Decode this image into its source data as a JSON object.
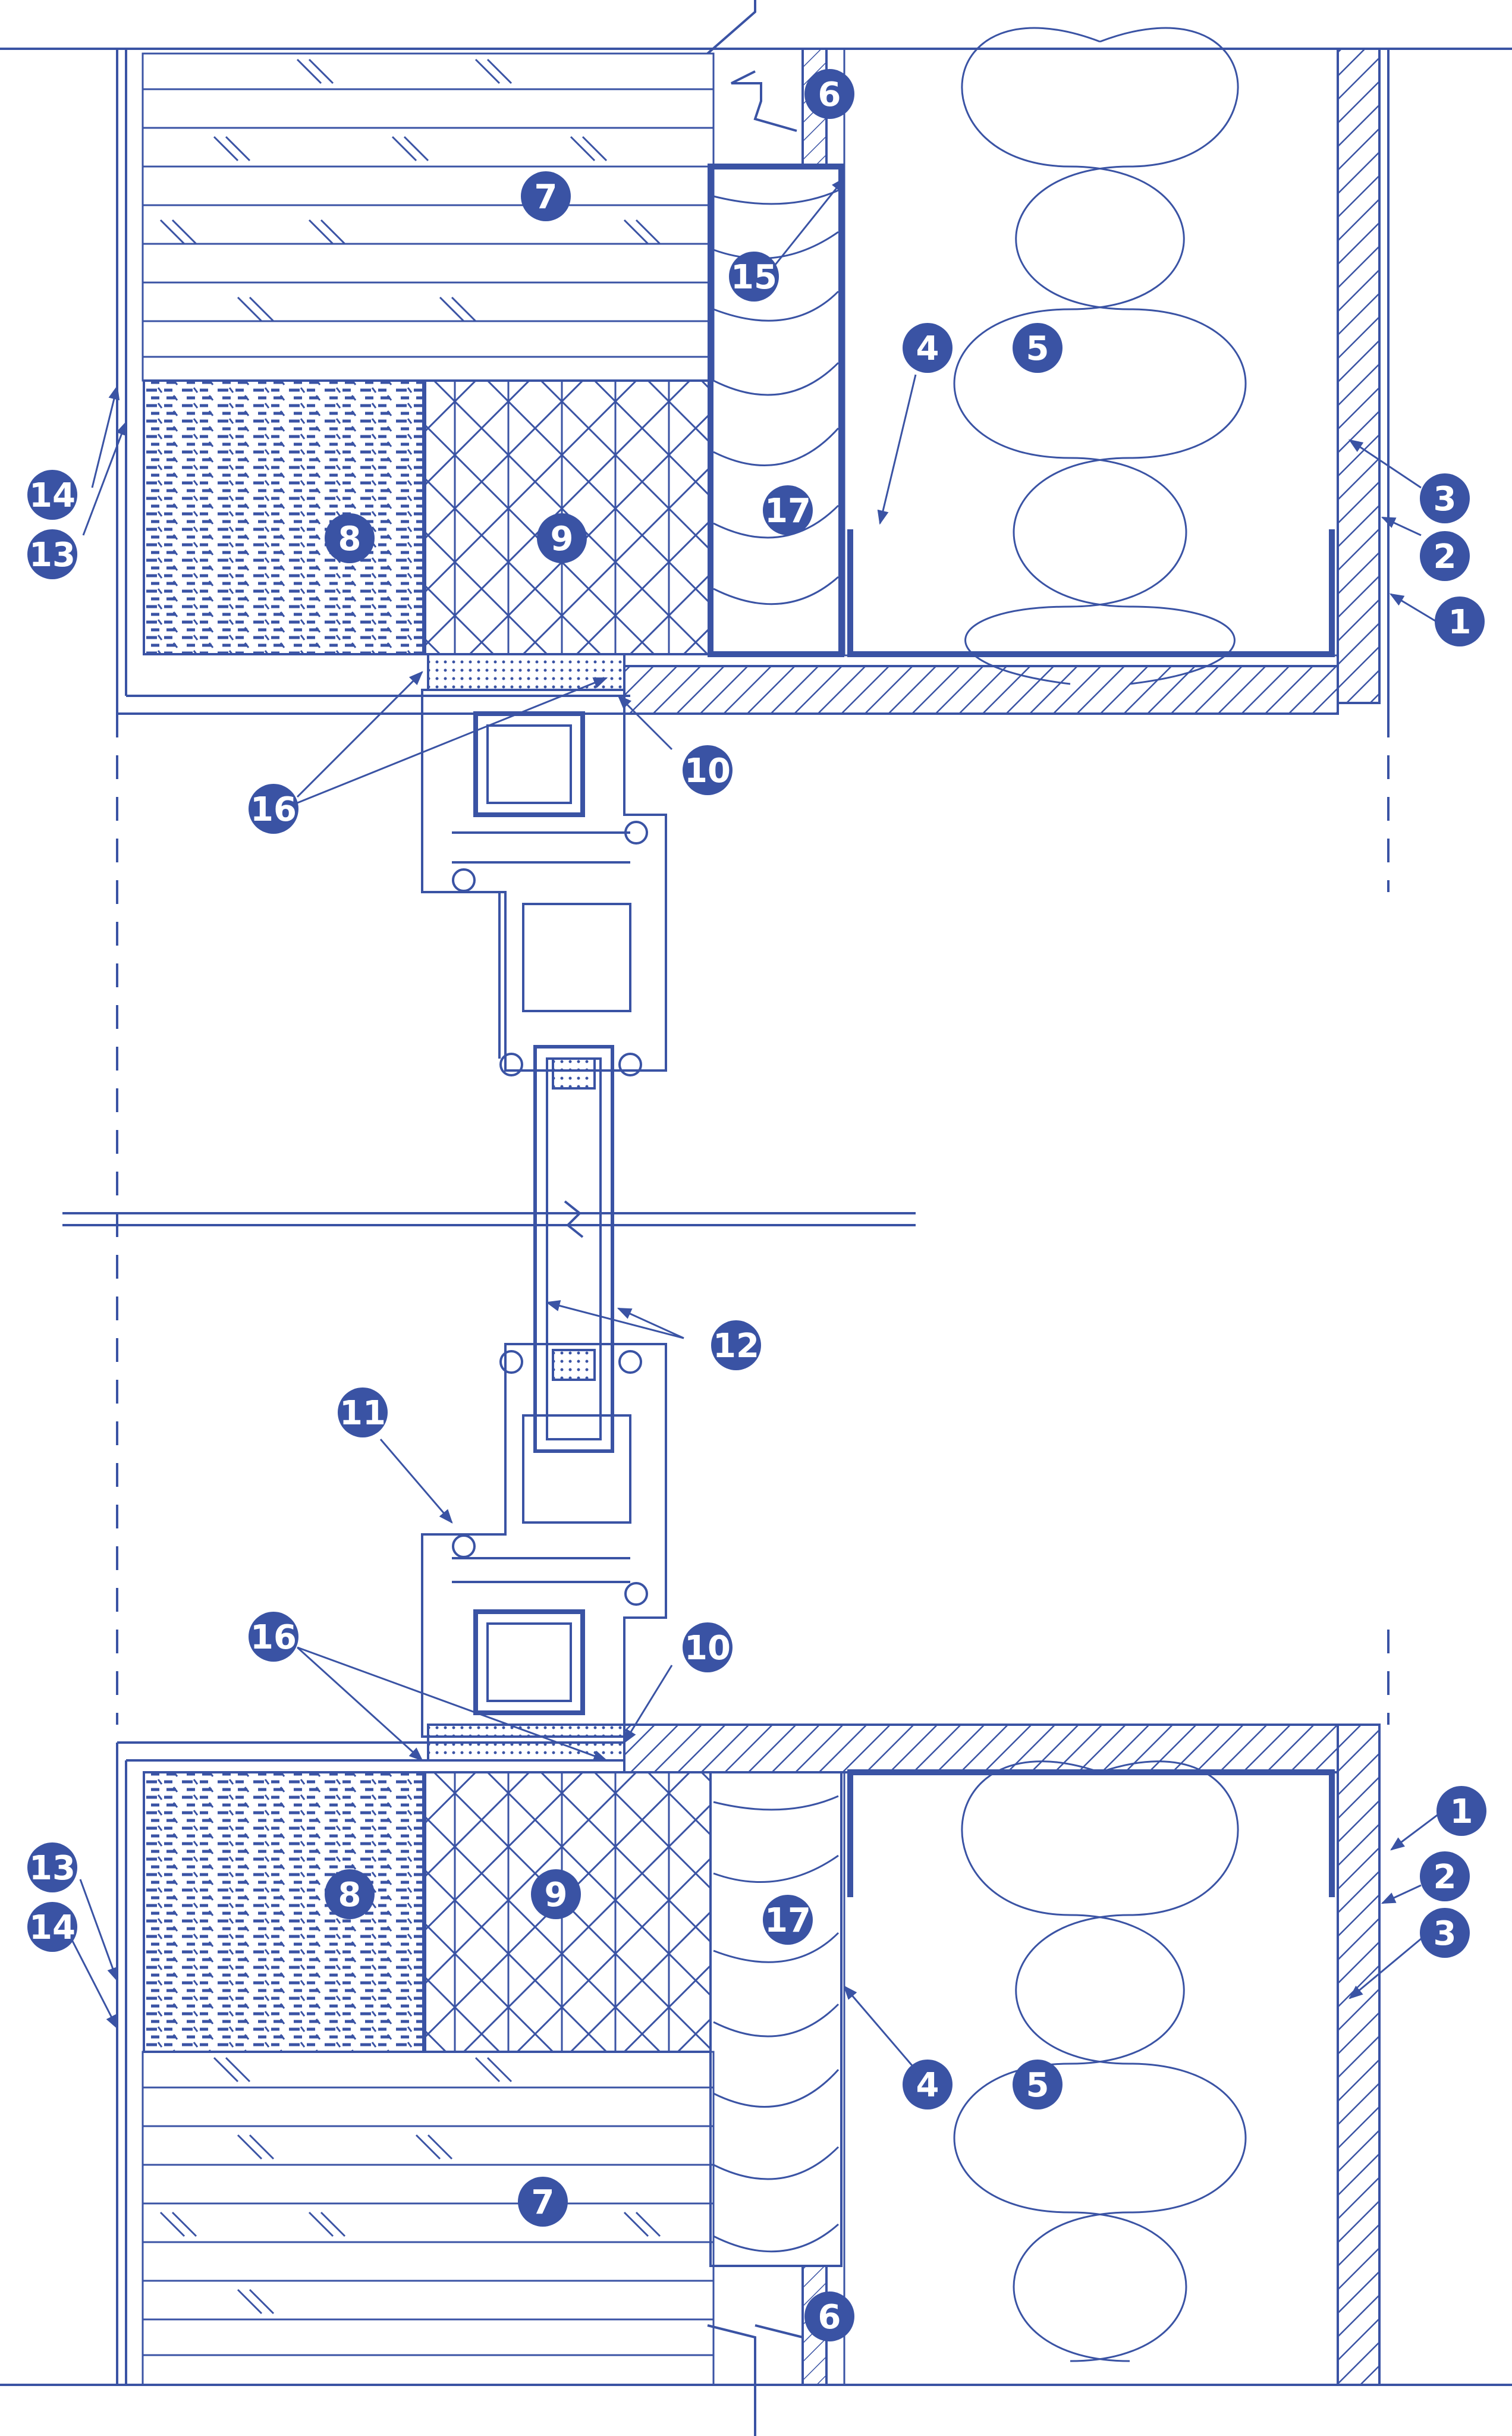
{
  "colors": {
    "line": "#3a53a4",
    "callout_fill": "#3a53a4",
    "callout_text": "#ffffff",
    "background": "#ffffff"
  },
  "callouts": [
    {
      "id": "c1-top",
      "label": "1"
    },
    {
      "id": "c2-top",
      "label": "2"
    },
    {
      "id": "c3-top",
      "label": "3"
    },
    {
      "id": "c4-top",
      "label": "4"
    },
    {
      "id": "c5-top",
      "label": "5"
    },
    {
      "id": "c6-top",
      "label": "6"
    },
    {
      "id": "c7-top",
      "label": "7"
    },
    {
      "id": "c8-top",
      "label": "8"
    },
    {
      "id": "c9-top",
      "label": "9"
    },
    {
      "id": "c10-top",
      "label": "10"
    },
    {
      "id": "c13-top",
      "label": "13"
    },
    {
      "id": "c14-top",
      "label": "14"
    },
    {
      "id": "c15-top",
      "label": "15"
    },
    {
      "id": "c16-top",
      "label": "16"
    },
    {
      "id": "c17-top",
      "label": "17"
    },
    {
      "id": "c11",
      "label": "11"
    },
    {
      "id": "c12",
      "label": "12"
    },
    {
      "id": "c16-bot",
      "label": "16"
    },
    {
      "id": "c10-bot",
      "label": "10"
    },
    {
      "id": "c1-bot",
      "label": "1"
    },
    {
      "id": "c2-bot",
      "label": "2"
    },
    {
      "id": "c3-bot",
      "label": "3"
    },
    {
      "id": "c4-bot",
      "label": "4"
    },
    {
      "id": "c5-bot",
      "label": "5"
    },
    {
      "id": "c6-bot",
      "label": "6"
    },
    {
      "id": "c7-bot",
      "label": "7"
    },
    {
      "id": "c8-bot",
      "label": "8"
    },
    {
      "id": "c9-bot",
      "label": "9"
    },
    {
      "id": "c13-bot",
      "label": "13"
    },
    {
      "id": "c14-bot",
      "label": "14"
    },
    {
      "id": "c17-bot",
      "label": "17"
    }
  ]
}
